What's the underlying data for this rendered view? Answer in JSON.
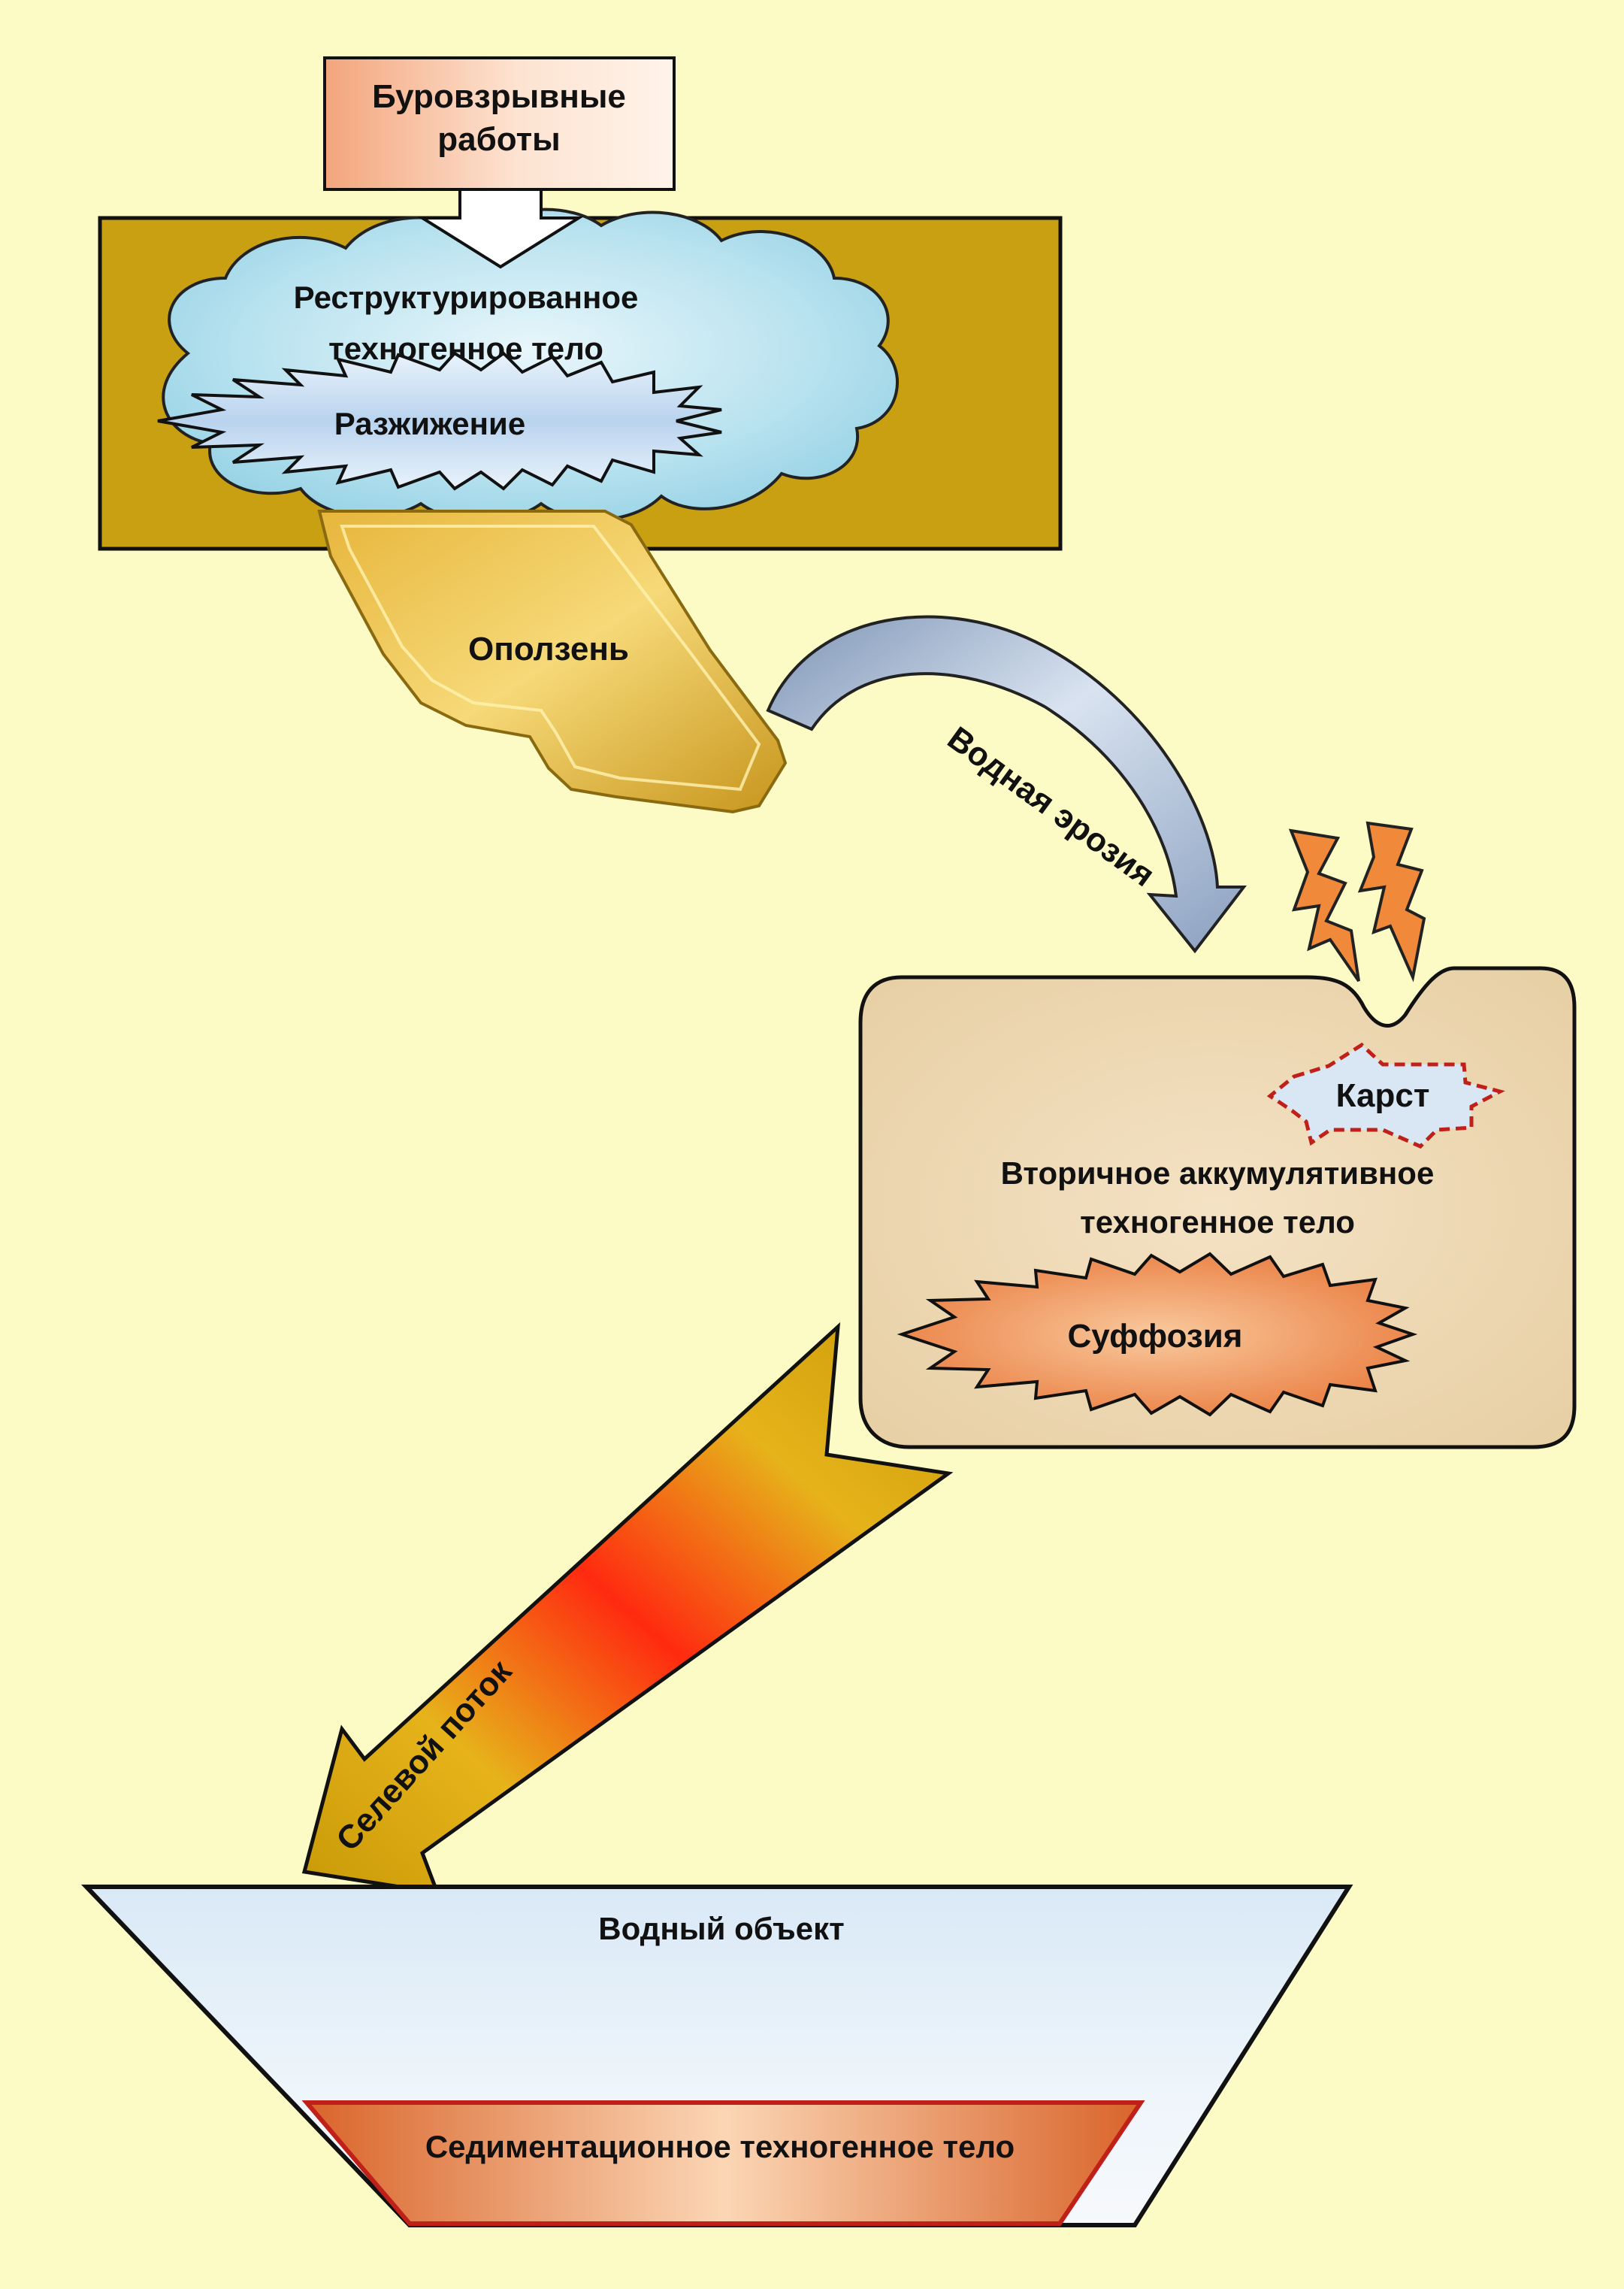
{
  "labels": {
    "blasting_line1": "Буровзрывные",
    "blasting_line2": "работы",
    "restructured_line1": "Реструктурированное",
    "restructured_line2": "техногенное тело",
    "liquefaction": "Разжижение",
    "landslide": "Оползень",
    "water_erosion": "Водная эрозия",
    "karst": "Карст",
    "secondary_line1": "Вторичное аккумулятивное",
    "secondary_line2": "техногенное тело",
    "suffosion": "Суффозия",
    "mudflow": "Селевой поток",
    "water_body": "Водный объект",
    "sediment": "Седиментационное техногенное тело"
  },
  "colors": {
    "background": "#fcfbc6",
    "bedrock": "#c8a012",
    "karst_border": "#c0201a",
    "sediment_border": "#c0201a",
    "lightning": "#f08a3a"
  }
}
